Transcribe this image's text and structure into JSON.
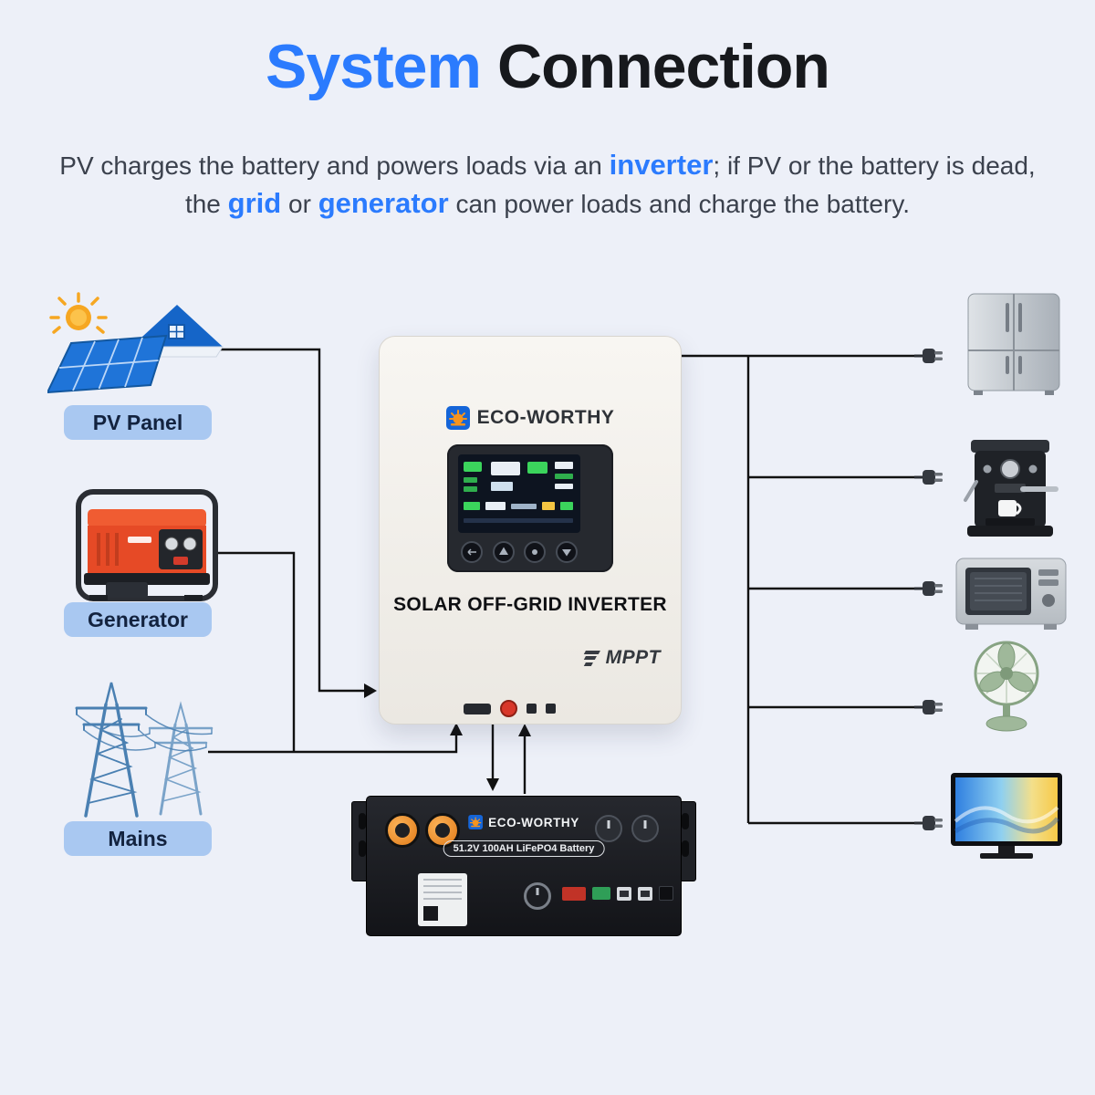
{
  "title": {
    "part1": "System",
    "part2": "Connection"
  },
  "subtitle": {
    "line1_pre": "PV charges the battery and powers loads via an ",
    "line1_hl": "inverter",
    "line1_post": ";  if PV or the battery is dead,",
    "line2_pre": "the ",
    "line2_hl1": "grid",
    "line2_mid": " or ",
    "line2_hl2": "generator",
    "line2_post": " can power loads and charge the battery."
  },
  "sources": [
    {
      "label": "PV Panel",
      "icon": "solar-panel-house-sun-icon"
    },
    {
      "label": "Generator",
      "icon": "portable-generator-icon"
    },
    {
      "label": "Mains",
      "icon": "transmission-towers-icon"
    }
  ],
  "inverter": {
    "brand": "ECO-WORTHY",
    "product": "SOLAR OFF-GRID INVERTER",
    "tech": "MPPT"
  },
  "battery": {
    "brand": "ECO-WORTHY",
    "label": "51.2V 100AH LiFePO4 Battery"
  },
  "loads": [
    {
      "name": "refrigerator",
      "icon": "refrigerator-icon"
    },
    {
      "name": "coffee-machine",
      "icon": "coffee-machine-icon"
    },
    {
      "name": "microwave",
      "icon": "microwave-icon"
    },
    {
      "name": "fan",
      "icon": "desk-fan-icon"
    },
    {
      "name": "tv",
      "icon": "television-icon"
    }
  ],
  "icons": {
    "plug": "power-plug-icon",
    "logo_mark": "eco-worthy-sun-logo-icon"
  },
  "colors": {
    "accent_blue": "#2b7bfe",
    "title_dark": "#17191d",
    "pill_bg": "#a9c8f1",
    "pill_text": "#13233f",
    "background": "#edf0f8",
    "line": "#111111"
  }
}
